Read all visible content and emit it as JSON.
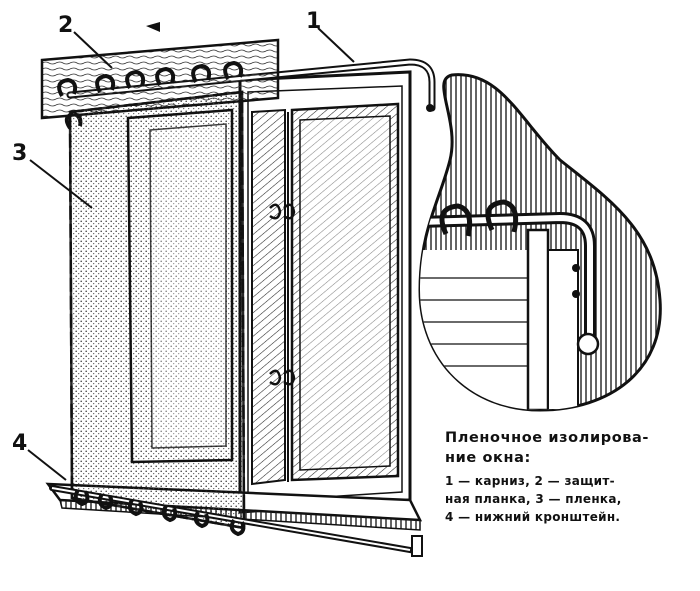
{
  "labels": {
    "n1": "1",
    "n2": "2",
    "n3": "3",
    "n4": "4"
  },
  "caption": {
    "title_line1": "Пленочное изолирова-",
    "title_line2": "ние окна:",
    "legend_line1": "1 — карниз, 2 — защит-",
    "legend_line2": "ная планка, 3 — пленка,",
    "legend_line3": "4 — нижний кронштейн."
  },
  "colors": {
    "ink": "#111111",
    "paper": "#ffffff"
  }
}
